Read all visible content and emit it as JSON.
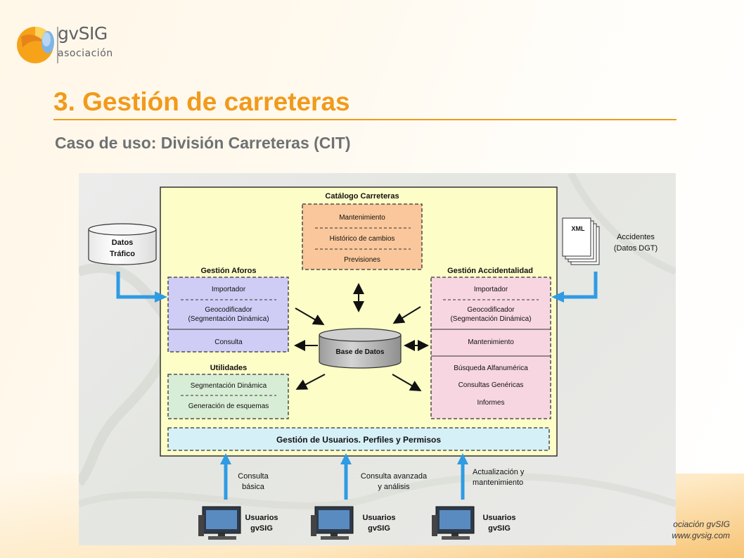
{
  "logo": {
    "name": "gvSIG",
    "sub": "asociación"
  },
  "page": {
    "title": "3. Gestión de carreteras",
    "subtitle": "Caso de uso: División Carreteras (CIT)"
  },
  "footer": {
    "line1": "ociación gvSIG",
    "line2": "www.gvsig.com"
  },
  "diagram": {
    "catalogo": {
      "title": "Catálogo Carreteras",
      "items": [
        "Mantenimiento",
        "Histórico de cambios",
        "Previsiones"
      ]
    },
    "datos_trafico": {
      "line1": "Datos",
      "line2": "Tráfico"
    },
    "xml": {
      "tag": "XML",
      "line1": "Accidentes",
      "line2": "(Datos DGT)"
    },
    "aforos": {
      "title": "Gestión Aforos",
      "items": [
        "Importador",
        "Geocodificador",
        "(Segmentación Dinámica)",
        "Consulta"
      ]
    },
    "accidentalidad": {
      "title": "Gestión Accidentalidad",
      "items": [
        "Importador",
        "Geocodificador",
        "(Segmentación Dinámica)",
        "Mantenimiento",
        "Búsqueda Alfanumérica",
        "Consultas Genéricas",
        "Informes"
      ]
    },
    "base_datos": "Base de Datos",
    "utilidades": {
      "title": "Utilidades",
      "items": [
        "Segmentación Dinámica",
        "Generación de esquemas"
      ]
    },
    "usuarios_bar": "Gestión de Usuarios. Perfiles y Permisos",
    "access": [
      {
        "line1": "Consulta",
        "line2": "básica"
      },
      {
        "line1": "Consulta  avanzada",
        "line2": "y análisis"
      },
      {
        "line1": "Actualización y",
        "line2": "mantenimiento"
      }
    ],
    "users": [
      {
        "line1": "Usuarios",
        "line2": "gvSIG"
      },
      {
        "line1": "Usuarios",
        "line2": "gvSIG"
      },
      {
        "line1": "Usuarios",
        "line2": "gvSIG"
      }
    ]
  }
}
